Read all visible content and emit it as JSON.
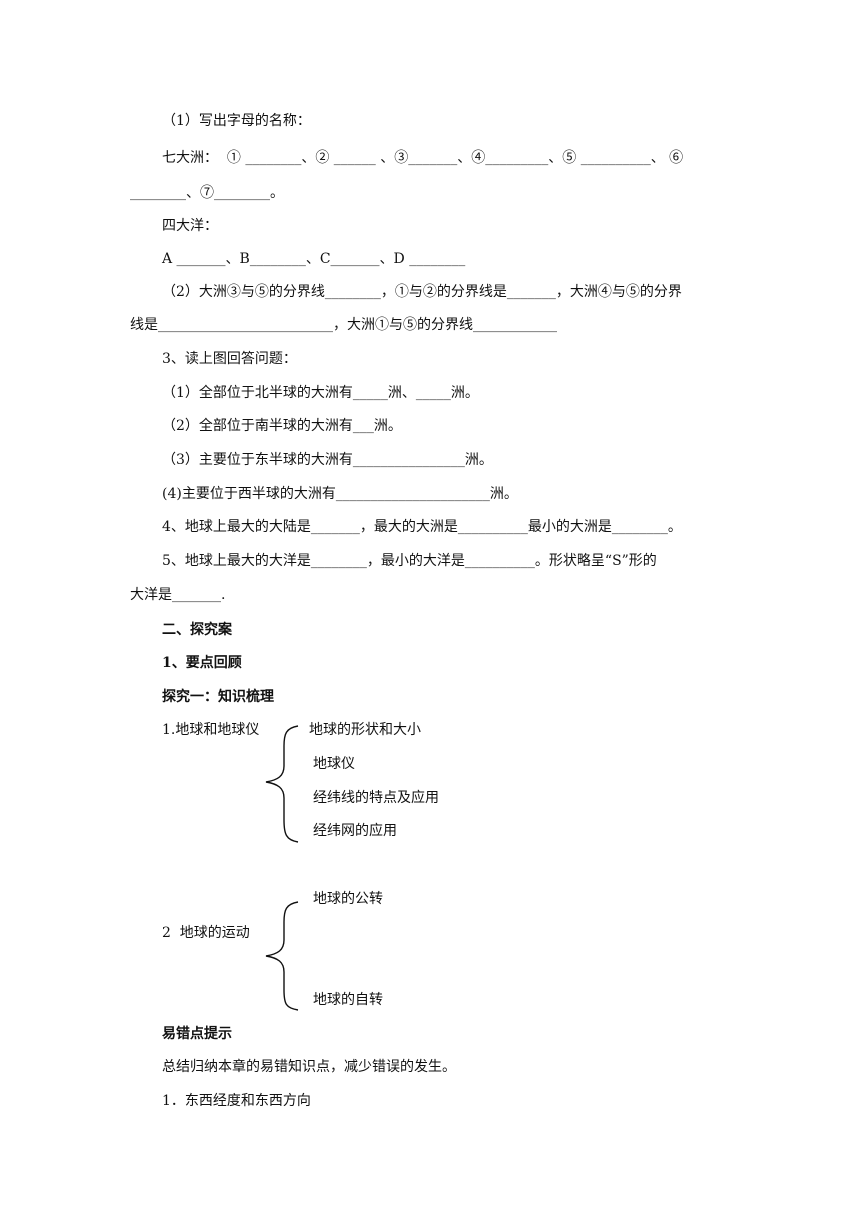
{
  "exercises": {
    "q1_title": "（1）写出字母的名称：",
    "continents_line1": "七大洲：  ① ________、② ______ 、③_______、④_________、⑤ __________、 ⑥",
    "continents_line2": "________、⑦________。",
    "oceans_title": "四大洋：",
    "oceans_line": "A _______、B________、C_______、D ________",
    "q2_line1": "（2）大洲③与⑤的分界线________，①与②的分界线是_______，大洲④与⑤的分界",
    "q2_line2": "线是_________________________，大洲①与⑤的分界线____________",
    "q3_title": "3、读上图回答问题：",
    "q3_1": "（1）全部位于北半球的大洲有_____洲、_____洲。",
    "q3_2": "（2）全部位于南半球的大洲有___洲。",
    "q3_3": "（3）主要位于东半球的大洲有________________洲。",
    "q3_4": "(4)主要位于西半球的大洲有______________________洲。",
    "q4": "4、地球上最大的大陆是_______，最大的大洲是__________最小的大洲是________。",
    "q5_line1": "5、地球上最大的大洋是________，最小的大洋是__________。形状略呈“S”形的",
    "q5_line2": "大洋是_______."
  },
  "inquiry": {
    "section_title": "二、探究案",
    "review_title": "1、要点回顾",
    "explore_title": "探究一：知识梳理",
    "topic1": {
      "label": "1.地球和地球仪",
      "items": [
        "地球的形状和大小",
        "地球仪",
        "经纬线的特点及应用",
        "经纬网的应用"
      ]
    },
    "topic2": {
      "label": "2  地球的运动",
      "items": [
        "地球的公转",
        "地球的自转"
      ]
    },
    "error_title": "易错点提示",
    "error_desc": "总结归纳本章的易错知识点，减少错误的发生。",
    "error_item1": "1．东西经度和东西方向"
  }
}
